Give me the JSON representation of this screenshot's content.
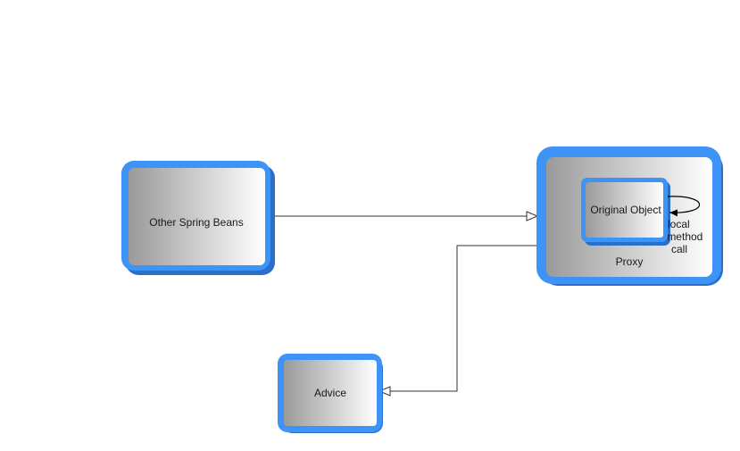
{
  "diagram": {
    "nodes": {
      "other_beans": {
        "label": "Other Spring Beans"
      },
      "proxy": {
        "label": "Proxy"
      },
      "original_object": {
        "label": "Original Object"
      },
      "advice": {
        "label": "Advice"
      }
    },
    "self_loop_label": [
      "local",
      "method",
      "call"
    ]
  },
  "colors": {
    "border": "#3d94f6",
    "border_shadow": "#2a70c8",
    "fill_dark": "#9a9a9a",
    "fill_light": "#ffffff",
    "edge": "#333333"
  }
}
